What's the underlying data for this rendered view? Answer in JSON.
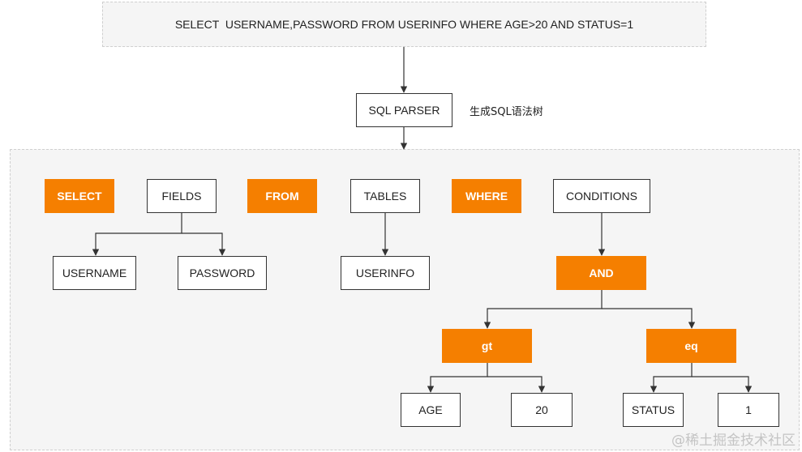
{
  "sql": "SELECT  USERNAME,PASSWORD FROM USERINFO WHERE AGE>20 AND STATUS=1",
  "parser": {
    "label": "SQL PARSER",
    "note": "生成SQL语法树"
  },
  "tree": {
    "keywords": {
      "select": "SELECT",
      "from": "FROM",
      "where": "WHERE"
    },
    "fields": {
      "label": "FIELDS",
      "children": [
        "USERNAME",
        "PASSWORD"
      ]
    },
    "tables": {
      "label": "TABLES",
      "children": [
        "USERINFO"
      ]
    },
    "conditions": {
      "label": "CONDITIONS",
      "operator": "AND",
      "gt": {
        "label": "gt",
        "left": "AGE",
        "right": "20"
      },
      "eq": {
        "label": "eq",
        "left": "STATUS",
        "right": "1"
      }
    }
  },
  "colors": {
    "keyword_fill": "#f57f00",
    "node_border": "#333333",
    "panel_fill": "#f5f5f5",
    "connector": "#333333"
  },
  "watermark": "@稀土掘金技术社区"
}
